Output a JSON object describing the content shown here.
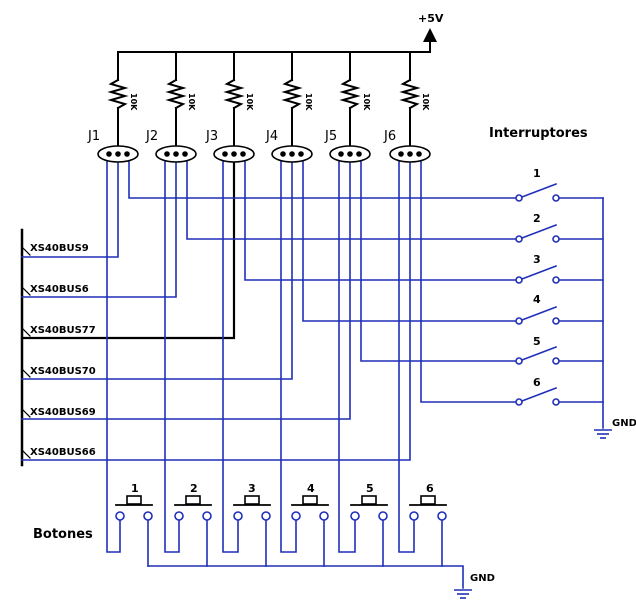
{
  "supply": {
    "label": "+5V"
  },
  "resistor_value": "10K",
  "jumpers": [
    "J1",
    "J2",
    "J3",
    "J4",
    "J5",
    "J6"
  ],
  "bus_labels": [
    "XS40BUS9",
    "XS40BUS6",
    "XS40BUS77",
    "XS40BUS70",
    "XS40BUS69",
    "XS40BUS66"
  ],
  "switches": {
    "title": "Interruptores",
    "numbers": [
      "1",
      "2",
      "3",
      "4",
      "5",
      "6"
    ]
  },
  "buttons": {
    "title": "Botones",
    "numbers": [
      "1",
      "2",
      "3",
      "4",
      "5",
      "6"
    ]
  },
  "gnd_label": "GND",
  "colors": {
    "wire_blue": "#1f2fb8",
    "wire_black": "#000000"
  }
}
